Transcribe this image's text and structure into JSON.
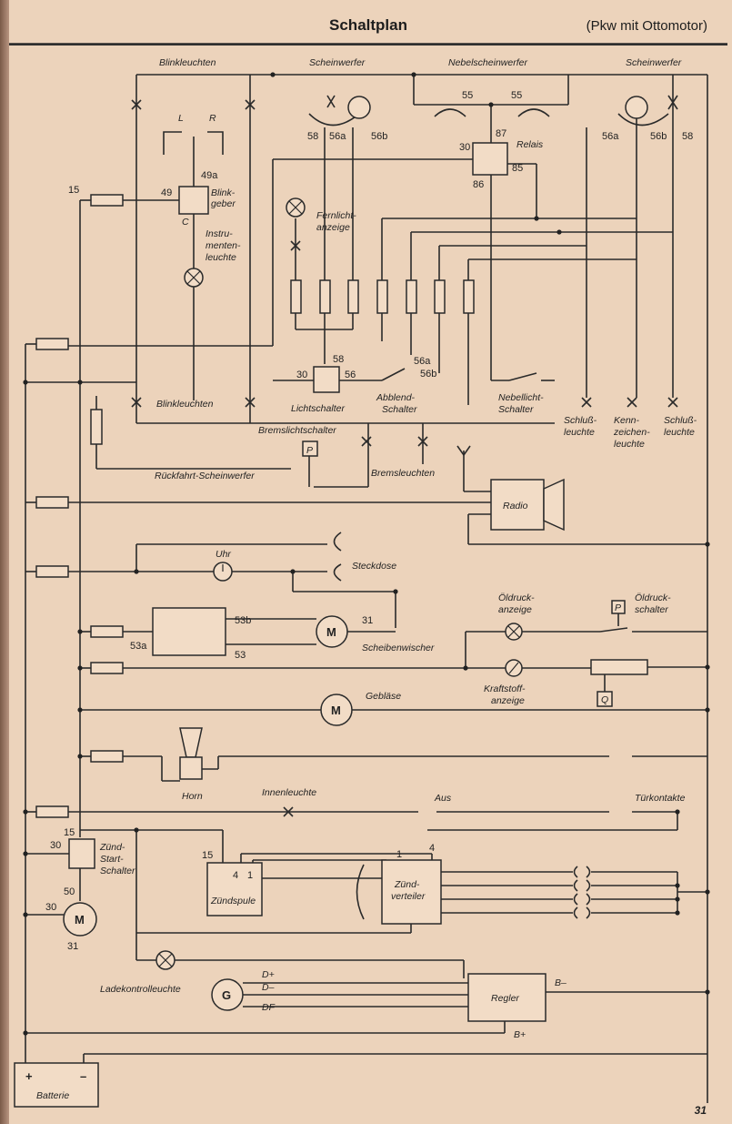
{
  "header": {
    "title": "Schaltplan",
    "subtitle": "(Pkw mit Ottomotor)"
  },
  "footer": {
    "page_number": "31"
  },
  "labels": {
    "blinkleuchten_top": "Blinkleuchten",
    "scheinwerfer_left": "Scheinwerfer",
    "nebelscheinwerfer": "Nebelscheinwerfer",
    "scheinwerfer_right": "Scheinwerfer",
    "l": "L",
    "r": "R",
    "t15_top": "15",
    "t49": "49",
    "t49a": "49a",
    "blinkgeber_1": "Blink-",
    "blinkgeber_2": "geber",
    "c": "C",
    "instru_1": "Instru-",
    "instru_2": "menten-",
    "instru_3": "leuchte",
    "t58_left": "58",
    "t56a_left": "56a",
    "t56b_left": "56b",
    "t55_a": "55",
    "t55_b": "55",
    "t87": "87",
    "relais": "Relais",
    "t30_relay": "30",
    "t85": "85",
    "t86": "86",
    "t56a_right": "56a",
    "t56b_right": "56b",
    "t58_right": "58",
    "fernlicht_1": "Fernlicht-",
    "fernlicht_2": "anzeige",
    "t58_switch": "58",
    "t30_switch": "30",
    "t56_switch": "56",
    "t56a_switch": "56a",
    "t56b_switch": "56b",
    "lichtschalter": "Lichtschalter",
    "abblend_1": "Abblend-",
    "abblend_2": "Schalter",
    "nebellicht_1": "Nebellicht-",
    "nebellicht_2": "Schalter",
    "blinkleuchten_bottom": "Blinkleuchten",
    "bremslichtschalter": "Bremslichtschalter",
    "p_brake": "P",
    "rueckfahrt": "Rückfahrt-Scheinwerfer",
    "bremsleuchten": "Bremsleuchten",
    "schluss_left_1": "Schluß-",
    "schluss_left_2": "leuchte",
    "kenn_1": "Kenn-",
    "kenn_2": "zeichen-",
    "kenn_3": "leuchte",
    "schluss_right_1": "Schluß-",
    "schluss_right_2": "leuchte",
    "radio": "Radio",
    "uhr": "Uhr",
    "steckdose": "Steckdose",
    "t53b": "53b",
    "t53a": "53a",
    "t53": "53",
    "t31_wiper": "31",
    "m_wiper": "M",
    "scheibenwischer": "Scheibenwischer",
    "oeldruck_anz_1": "Öldruck-",
    "oeldruck_anz_2": "anzeige",
    "p_oil": "P",
    "oeldruck_sch_1": "Öldruck-",
    "oeldruck_sch_2": "schalter",
    "kraftstoff_1": "Kraftstoff-",
    "kraftstoff_2": "anzeige",
    "q": "Q",
    "m_blower": "M",
    "geblaese": "Gebläse",
    "horn": "Horn",
    "innenleuchte": "Innenleuchte",
    "aus": "Aus",
    "tuerkontakte": "Türkontakte",
    "t15_ignition": "15",
    "t30_ignition": "30",
    "zuend_start_1": "Zünd-",
    "zuend_start_2": "Start-",
    "zuend_start_3": "Schalter",
    "t50": "50",
    "t30_starter": "30",
    "m_starter": "M",
    "t31_starter": "31",
    "t15_coil": "15",
    "t4_coil": "4",
    "t1_coil": "1",
    "zuendspule": "Zündspule",
    "t1_dist": "1",
    "t4_dist": "4",
    "zuendverteiler_1": "Zünd-",
    "zuendverteiler_2": "verteiler",
    "ladekontroll": "Ladekontrolleuchte",
    "g": "G",
    "d_plus": "D+",
    "d_minus": "D–",
    "df": "DF",
    "regler": "Regler",
    "b_minus": "B–",
    "b_plus": "B+",
    "battery_plus": "+",
    "battery_minus": "–",
    "batterie": "Batterie"
  }
}
